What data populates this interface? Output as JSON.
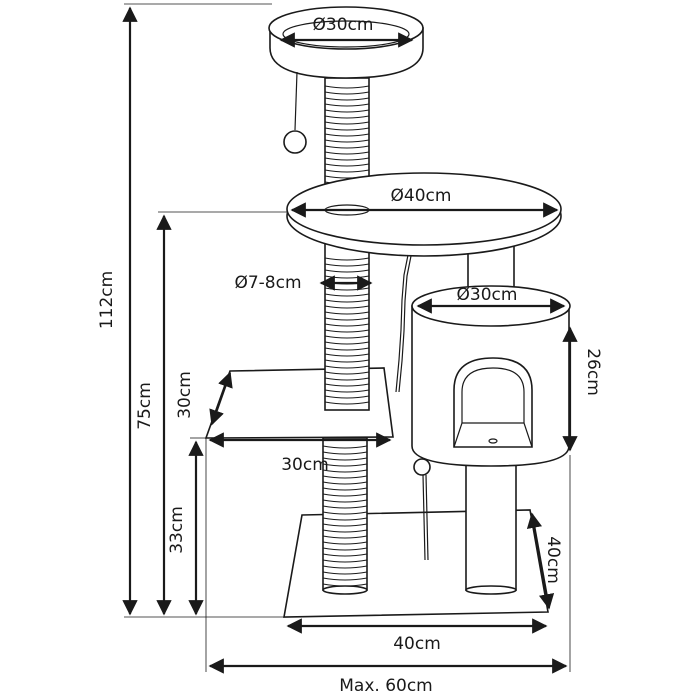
{
  "labels": {
    "top_platform": "Ø30cm",
    "middle_platform": "Ø40cm",
    "post": "Ø7-8cm",
    "house_top": "Ø30cm",
    "house_height": "26cm",
    "step_depth": "30cm",
    "step_width": "30cm",
    "total_height": "112cm",
    "middle_height": "75cm",
    "step_height": "33cm",
    "base_depth": "40cm",
    "base_width": "40cm",
    "max_width": "Max. 60cm"
  }
}
